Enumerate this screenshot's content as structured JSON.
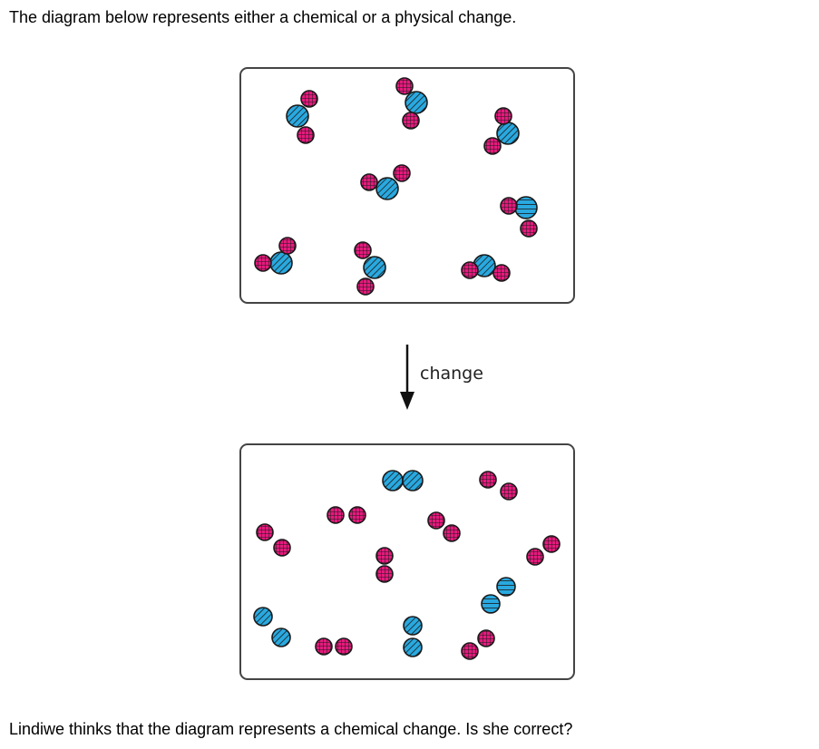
{
  "question": {
    "intro": "The diagram below represents either a chemical or a physical change.",
    "followup": "Lindiwe thinks that the diagram represents a chemical change. Is she correct?"
  },
  "diagram": {
    "arrow_label": "change",
    "colors": {
      "blue_atom": "#29a9e0",
      "pink_atom": "#e7197d",
      "outline": "#1a1a1a"
    },
    "before": {
      "molecules": [
        {
          "atoms": [
            "blue",
            "pink",
            "pink"
          ]
        },
        {
          "atoms": [
            "blue",
            "pink",
            "pink"
          ]
        },
        {
          "atoms": [
            "blue",
            "pink",
            "pink"
          ]
        },
        {
          "atoms": [
            "blue",
            "pink",
            "pink"
          ]
        },
        {
          "atoms": [
            "blue",
            "pink",
            "pink"
          ]
        },
        {
          "atoms": [
            "blue",
            "pink",
            "pink"
          ]
        },
        {
          "atoms": [
            "blue",
            "pink",
            "pink"
          ]
        },
        {
          "atoms": [
            "blue",
            "pink",
            "pink"
          ]
        }
      ]
    },
    "after": {
      "molecules": [
        {
          "atoms": [
            "blue",
            "blue"
          ]
        },
        {
          "atoms": [
            "blue",
            "blue"
          ]
        },
        {
          "atoms": [
            "blue",
            "blue"
          ]
        },
        {
          "atoms": [
            "blue",
            "blue"
          ]
        },
        {
          "atoms": [
            "pink",
            "pink"
          ]
        },
        {
          "atoms": [
            "pink",
            "pink"
          ]
        },
        {
          "atoms": [
            "pink",
            "pink"
          ]
        },
        {
          "atoms": [
            "pink",
            "pink"
          ]
        },
        {
          "atoms": [
            "pink",
            "pink"
          ]
        },
        {
          "atoms": [
            "pink",
            "pink"
          ]
        },
        {
          "atoms": [
            "pink",
            "pink"
          ]
        },
        {
          "atoms": [
            "pink",
            "pink"
          ]
        }
      ]
    }
  }
}
